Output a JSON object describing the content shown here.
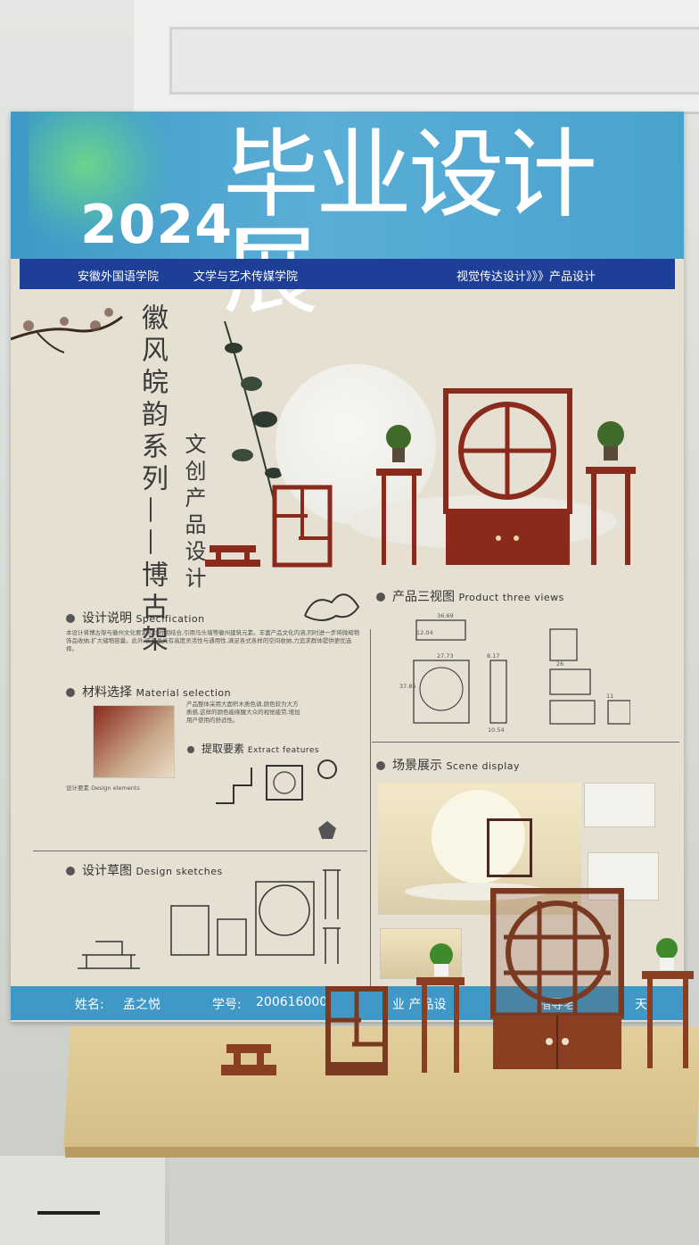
{
  "poster": {
    "year": "2024.",
    "title": "毕业设计展",
    "school": "安徽外国语学院",
    "college": "文学与艺术传媒学院",
    "majors": "视觉传达设计》》》产品设计",
    "series_title": "徽风皖韵系列——博古架",
    "subtitle": "文创产品设计",
    "sections": {
      "specification": {
        "cn": "设计说明",
        "en": "Specification",
        "body": "本设计将博古架与徽州文化要素和纹样相结合,引用马头墙等徽州建筑元素。丰富产品文化内涵,同时进一步将微缩物饰品收纳,扩大储物容量。此外,该产品具有高度灵活性与通用性,满足各式各样的空间收纳,力追求群体提供更优选择。"
      },
      "material": {
        "cn": "材料选择",
        "en": "Material selection",
        "body": "产品整体采用大面积木质色调,颜色较为大方质感,这样的颜色能唤醒大众的视觉疲劳,增加用户使用的舒适性。"
      },
      "extract": {
        "cn": "提取要素",
        "en": "Extract features"
      },
      "elements": {
        "cn": "设计要素",
        "en": "Design elements"
      },
      "sketches": {
        "cn": "设计草图",
        "en": "Design sketches"
      },
      "three_views": {
        "cn": "产品三视图",
        "en": "Product three views"
      },
      "scene": {
        "cn": "场景展示",
        "en": "Scene display"
      }
    },
    "dimensions": [
      "36.69",
      "27.73",
      "8.17",
      "26",
      "11",
      "37.85",
      "10.54",
      "12.04"
    ],
    "footer": {
      "name_label": "姓名:",
      "name": "孟之悦",
      "id_label": "学号:",
      "id": "200616000",
      "major_fragment": "业  产品设",
      "advisor_label": "指导老",
      "advisor_fragment": "天"
    }
  },
  "colors": {
    "header_blue": "#4aa2cf",
    "nav_navy": "#1e3f98",
    "poster_beige": "#e6e0d3",
    "wood_red": "#8a2a1c",
    "table_wood": "#d9c48e"
  }
}
